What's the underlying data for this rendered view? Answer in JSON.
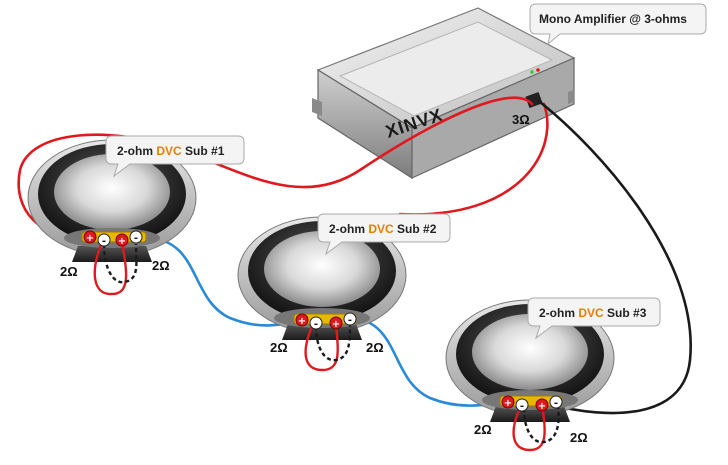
{
  "amplifier": {
    "label": "Mono Amplifier @ 3-ohms",
    "logo": "XINVX",
    "output_impedance": "3Ω"
  },
  "subwoofers": [
    {
      "label_prefix": "2-ohm ",
      "label_highlight": "DVC",
      "label_suffix": " Sub #1",
      "coil_a": "2Ω",
      "coil_b": "2Ω"
    },
    {
      "label_prefix": "2-ohm ",
      "label_highlight": "DVC",
      "label_suffix": " Sub #2",
      "coil_a": "2Ω",
      "coil_b": "2Ω"
    },
    {
      "label_prefix": "2-ohm ",
      "label_highlight": "DVC",
      "label_suffix": " Sub #3",
      "coil_a": "2Ω",
      "coil_b": "2Ω"
    }
  ],
  "terminal_signs": {
    "plus": "+",
    "minus": "-"
  },
  "colors": {
    "positive_wire": "#e0191e",
    "negative_wire": "#1a1a1a",
    "series_wire": "#2a8ad8",
    "accent": "#e67e00"
  }
}
